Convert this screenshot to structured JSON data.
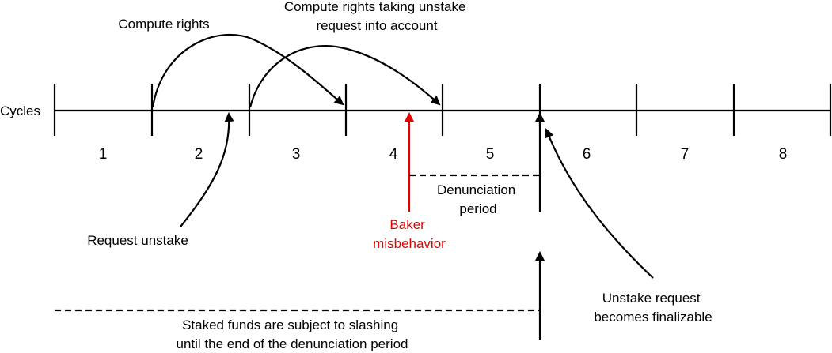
{
  "axis_label": "Cycles",
  "cycles": [
    "1",
    "2",
    "3",
    "4",
    "5",
    "6",
    "7",
    "8"
  ],
  "annotations": {
    "compute_rights": "Compute rights",
    "compute_rights_unstake_line1": "Compute rights taking unstake",
    "compute_rights_unstake_line2": "request into account",
    "request_unstake": "Request unstake",
    "baker_line1": "Baker",
    "baker_line2": "misbehavior",
    "denunciation_line1": "Denunciation",
    "denunciation_line2": "period",
    "finalizable_line1": "Unstake request",
    "finalizable_line2": "becomes finalizable",
    "slashing_line1": "Staked funds are subject to slashing",
    "slashing_line2": "until the end of the denunciation period"
  },
  "colors": {
    "line": "#000000",
    "highlight": "#e60000"
  }
}
